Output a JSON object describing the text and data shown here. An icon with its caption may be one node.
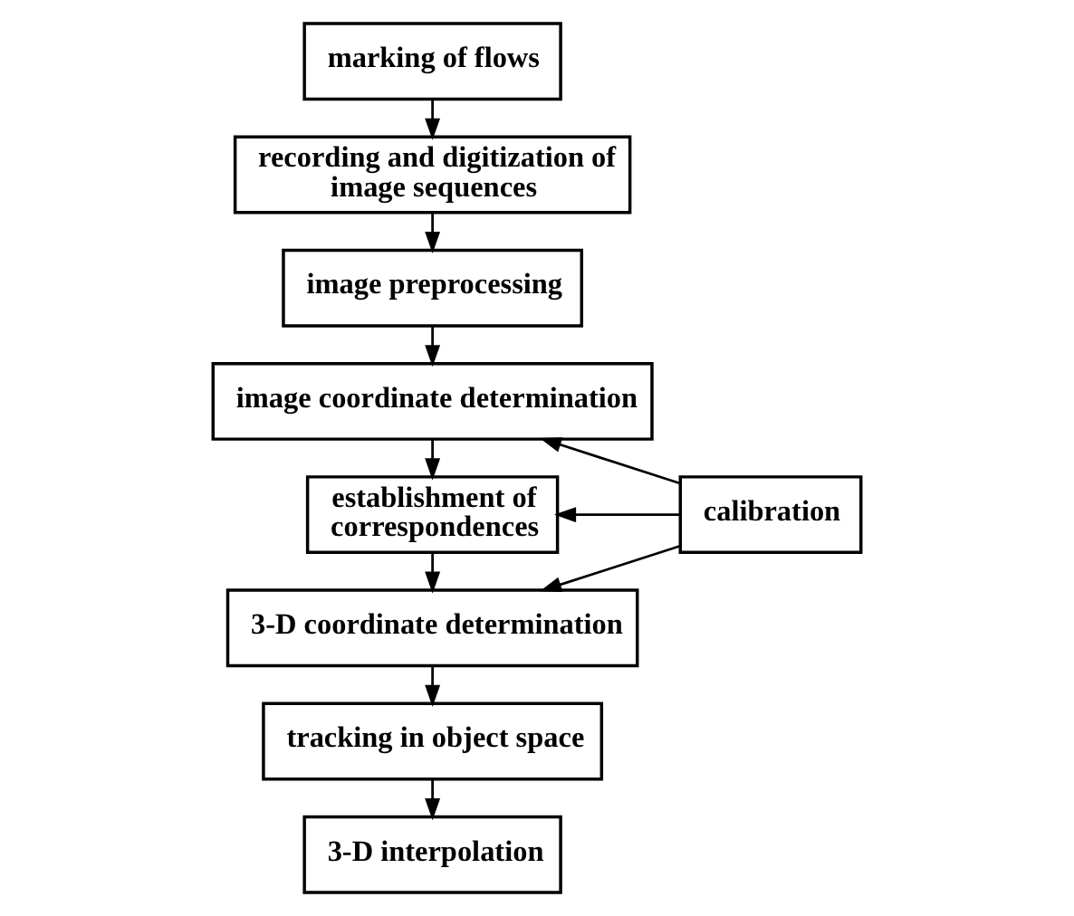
{
  "diagram": {
    "nodes": [
      {
        "text": [
          "marking of flows"
        ]
      },
      {
        "text": [
          "recording and digitization of image sequences"
        ]
      },
      {
        "text": [
          "image preprocessing"
        ]
      },
      {
        "text": [
          "image coordinate determination"
        ]
      },
      {
        "text": [
          "establishment of correspondences"
        ]
      },
      {
        "text": [
          "3-D coordinate determination"
        ]
      },
      {
        "text": [
          "tracking in object space"
        ]
      },
      {
        "text": [
          "3-D interpolation"
        ]
      },
      {
        "text": [
          "calibration"
        ]
      }
    ],
    "edges": [
      {
        "from": 0,
        "to": 1,
        "arrow": "to"
      },
      {
        "from": 1,
        "to": 2,
        "arrow": "to"
      },
      {
        "from": 2,
        "to": 3,
        "arrow": "to"
      },
      {
        "from": 3,
        "to": 4,
        "arrow": "to"
      },
      {
        "from": 4,
        "to": 5,
        "arrow": "to"
      },
      {
        "from": 5,
        "to": 6,
        "arrow": "to"
      },
      {
        "from": 6,
        "to": 7,
        "arrow": "to"
      },
      {
        "from": 8,
        "to": 3,
        "arrow": "to"
      },
      {
        "from": 8,
        "to": 4,
        "arrow": "to"
      },
      {
        "from": 8,
        "to": 5,
        "arrow": "to"
      }
    ]
  }
}
